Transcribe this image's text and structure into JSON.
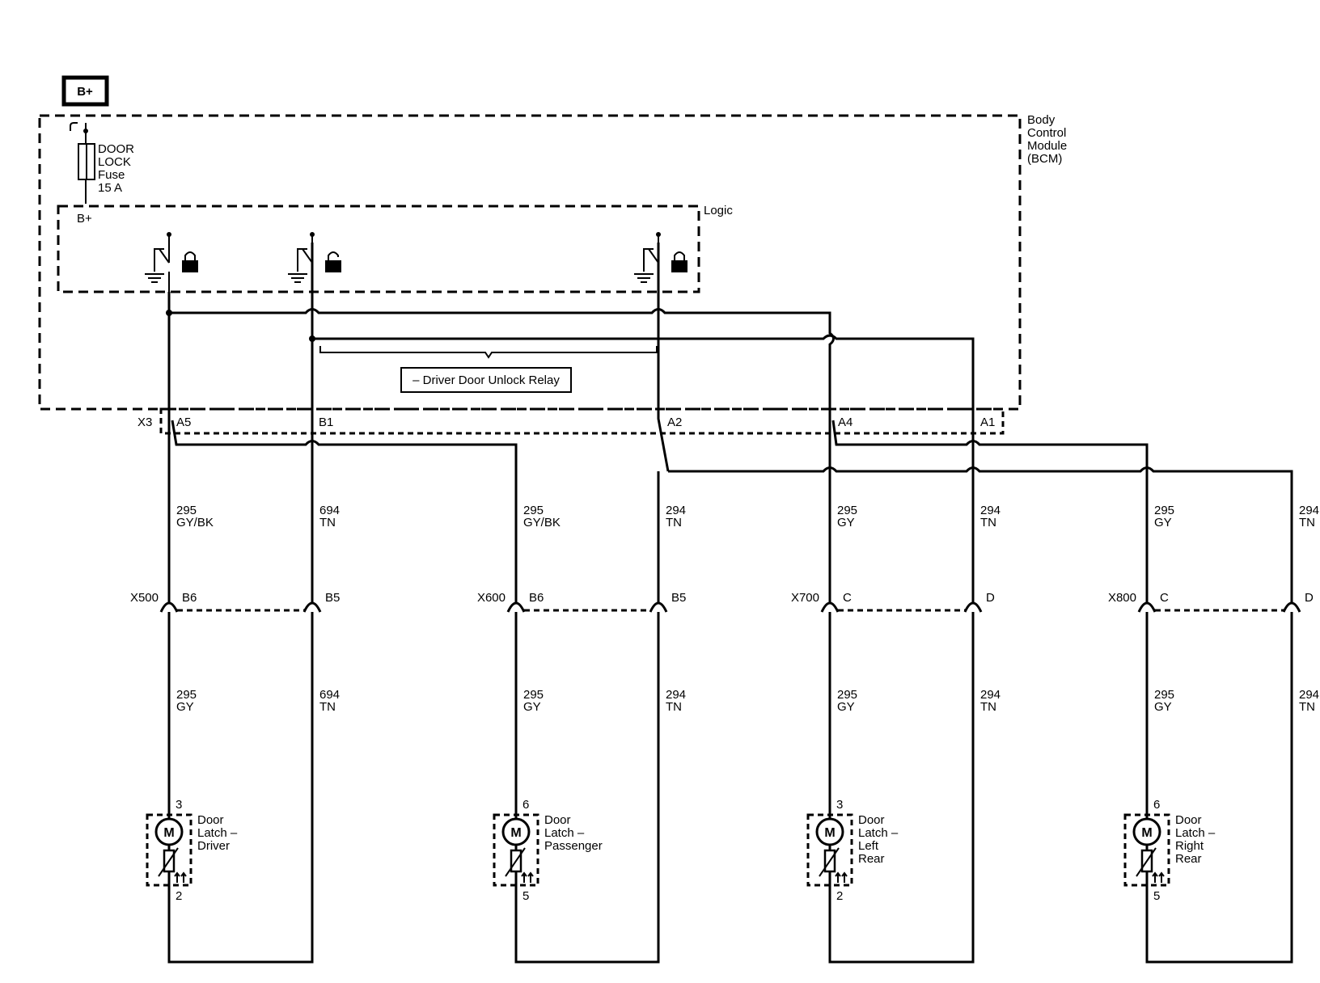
{
  "power": {
    "battery_label": "B+",
    "fuse_name_1": "DOOR",
    "fuse_name_2": "LOCK",
    "fuse_name_3": "Fuse",
    "fuse_rating": "15 A",
    "logic_bplus": "B+"
  },
  "bcm": {
    "label_1": "Body",
    "label_2": "Control",
    "label_3": "Module",
    "label_4": "(BCM)",
    "logic_label": "Logic",
    "relay_label": "– Driver Door Unlock Relay"
  },
  "connector_x3": {
    "name": "X3",
    "pins": [
      "A5",
      "B1",
      "A2",
      "A4",
      "A1"
    ]
  },
  "upper_wires": [
    {
      "circuit": "295",
      "color": "GY/BK"
    },
    {
      "circuit": "694",
      "color": "TN"
    },
    {
      "circuit": "295",
      "color": "GY/BK"
    },
    {
      "circuit": "294",
      "color": "TN"
    },
    {
      "circuit": "295",
      "color": "GY"
    },
    {
      "circuit": "294",
      "color": "TN"
    },
    {
      "circuit": "295",
      "color": "GY"
    },
    {
      "circuit": "294",
      "color": "TN"
    }
  ],
  "inline_connectors": [
    {
      "name": "X500",
      "pin_a": "B6",
      "pin_b": "B5"
    },
    {
      "name": "X600",
      "pin_a": "B6",
      "pin_b": "B5"
    },
    {
      "name": "X700",
      "pin_a": "C",
      "pin_b": "D"
    },
    {
      "name": "X800",
      "pin_a": "C",
      "pin_b": "D"
    }
  ],
  "lower_wires": [
    {
      "circuit": "295",
      "color": "GY"
    },
    {
      "circuit": "694",
      "color": "TN"
    },
    {
      "circuit": "295",
      "color": "GY"
    },
    {
      "circuit": "294",
      "color": "TN"
    },
    {
      "circuit": "295",
      "color": "GY"
    },
    {
      "circuit": "294",
      "color": "TN"
    },
    {
      "circuit": "295",
      "color": "GY"
    },
    {
      "circuit": "294",
      "color": "TN"
    }
  ],
  "latches": [
    {
      "line1": "Door",
      "line2": "Latch –",
      "line3": "Driver",
      "line4": "",
      "pin_top": "3",
      "pin_bottom": "2",
      "motor": "M"
    },
    {
      "line1": "Door",
      "line2": "Latch –",
      "line3": "Passenger",
      "line4": "",
      "pin_top": "6",
      "pin_bottom": "5",
      "motor": "M"
    },
    {
      "line1": "Door",
      "line2": "Latch –",
      "line3": "Left",
      "line4": "Rear",
      "pin_top": "3",
      "pin_bottom": "2",
      "motor": "M"
    },
    {
      "line1": "Door",
      "line2": "Latch –",
      "line3": "Right",
      "line4": "Rear",
      "pin_top": "6",
      "pin_bottom": "5",
      "motor": "M"
    }
  ]
}
